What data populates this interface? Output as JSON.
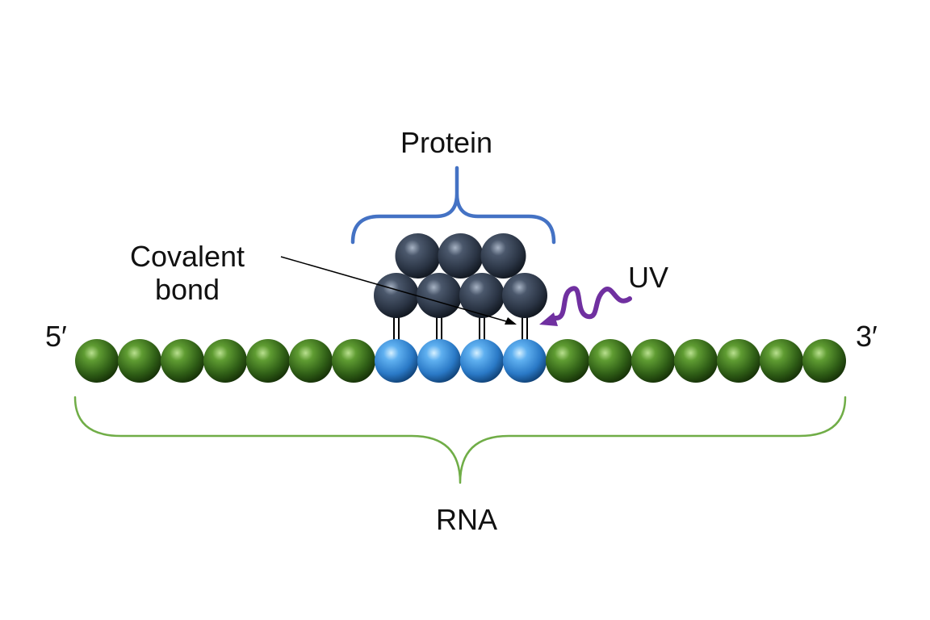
{
  "labels": {
    "protein": "Protein",
    "uv": "UV",
    "covalent_line1": "Covalent",
    "covalent_line2": "bond",
    "five_prime": "5′",
    "three_prime": "3′",
    "rna": "RNA"
  },
  "rna_strand": {
    "bead_count": 18,
    "bound_indices": [
      7,
      8,
      9,
      10
    ],
    "unbound_color": "#3f7a1f",
    "bound_color": "#4a9be0"
  },
  "protein_complex": {
    "top_row_count": 3,
    "bottom_row_count": 4,
    "color": "#39465a"
  },
  "colors": {
    "protein_bracket": "#4472c4",
    "rna_bracket": "#70ad47",
    "uv_arrow": "#7030a0",
    "bond": "#000000"
  }
}
